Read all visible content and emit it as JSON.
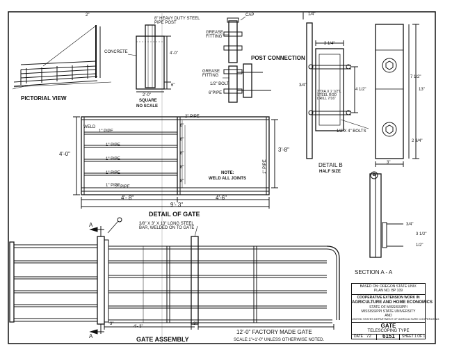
{
  "pictorial": {
    "title": "PICTORIAL VIEW"
  },
  "post": {
    "label_post": "8\" HEAVY DUTY STEEL PIPE POST",
    "label_concrete": "CONCRETE",
    "dim_depth": "4'-0\"",
    "dim_bottom": "6\"",
    "dim_width": "2'-0\"",
    "square": "SQUARE",
    "noscale": "NO SCALE"
  },
  "post_connection": {
    "title": "POST CONNECTION",
    "cap": "CAP",
    "grease_fitting_top": "GREASE FITTING",
    "grease_fitting_mid": "GREASE FITTING",
    "bolt": "1/2\" BOLT",
    "pipe": "6\"PIPE"
  },
  "gate_detail": {
    "title": "DETAIL OF GATE",
    "weld": "WELD",
    "pipe_2_top": "2\" PIPE",
    "pipes": [
      "1\" PIPE",
      "1\" PIPE",
      "1\" PIPE",
      "1\" PIPE",
      "1\" PIPE"
    ],
    "pipe_2_bottom": "2\" PIPE",
    "vertical_pipe": "1\" PIPE",
    "top_dim": "2\"",
    "spacings": [
      "8\"",
      "8\"",
      "8\"",
      "8\"",
      "8\""
    ],
    "height_left": "4'-0\"",
    "height_right": "3'-8\"",
    "width_left": "4'- 8\"",
    "width_right": "4'-6\"",
    "width_total": "9'- 3\"",
    "note_title": "NOTE:",
    "note_text": "WELD ALL JOINTS"
  },
  "detail_b": {
    "title": "DETAIL B",
    "subtitle": "HALF SIZE",
    "dim_top": "1/4\"",
    "dim_width": "3 1/4\"",
    "dim_left": "3/4\"",
    "dim_height": "4 1/2\"",
    "rod": "2\"DIA.X 2 1/2\"L STEEL ROD DRILL 7/16\"",
    "bolts": "1/2\"X 4\" BOLTS"
  },
  "plate": {
    "dim_top": "7 1/2\"",
    "dim_total": "13\"",
    "dim_lower": "2 3/4\"",
    "dim_bottom": "3\""
  },
  "section_aa": {
    "title": "SECTION A - A",
    "callout": "B",
    "dim_a": "3/4\"",
    "dim_b": "3 1/2\"",
    "dim_c": "1/2\""
  },
  "assembly": {
    "title": "GATE ASSEMBLY",
    "steel_bar": "3/8\" X 3\" X 13\" LONG STEEL BAR, WELDED ON TO GATE",
    "arrow_a_top": "A",
    "arrow_a_bottom": "A",
    "dim_4_3": "4'- 3\"",
    "dim_3_right": "3\"",
    "dim_3_left": "3\"",
    "factory_gate": "12'-0\"  FACTORY MADE GATE",
    "scale": "SCALE:1\"=1'-0\" UNLESS OTHERWISE NOTED."
  },
  "title_block": {
    "based_on": "BASED ON: OREGON STATE UNIV.",
    "plan_no": "PLAN NO. BP 109",
    "coop1": "COOPERATIVE EXTENSION WORK IN",
    "coop2": "AGRICULTURE AND HOME ECONOMICS",
    "state1": "STATE OF MISSISSIPPI",
    "state2": "MISSISSIPPI STATE UNIVERSITY",
    "and": "AND",
    "usda": "UNITED STATES DEPARTMENT OF AGRICULTURE COOPERATING",
    "name": "GATE",
    "type": "TELESCOPING TYPE",
    "date_label": "DATE",
    "date_value": "'72",
    "plan_number": "6151",
    "sheet": "SHEET 1 OF 1"
  }
}
